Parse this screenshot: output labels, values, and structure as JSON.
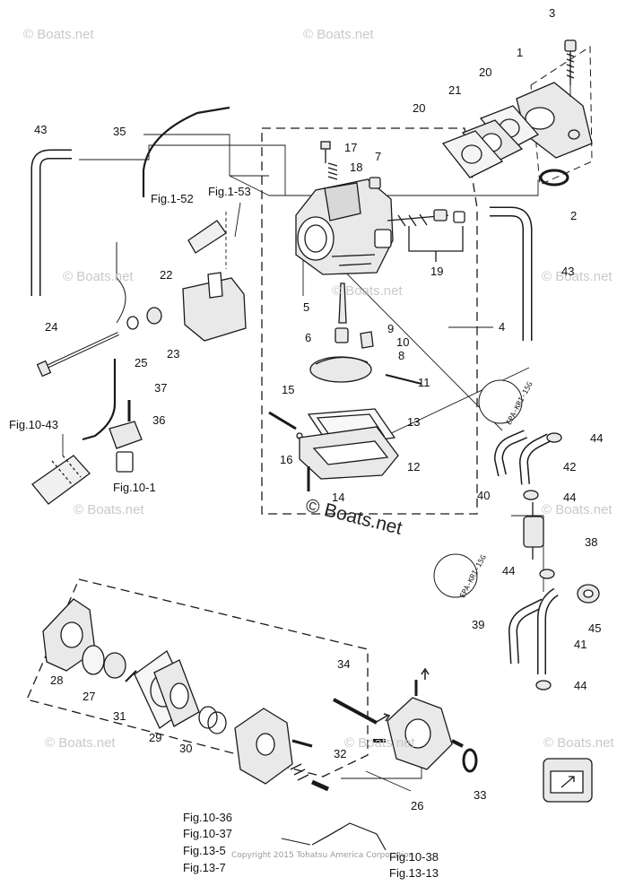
{
  "callouts": {
    "p1": "1",
    "p2": "2",
    "p3": "3",
    "p4": "4",
    "p5": "5",
    "p6": "6",
    "p7": "7",
    "p8": "8",
    "p9": "9",
    "p10": "10",
    "p11": "11",
    "p12": "12",
    "p13": "13",
    "p14": "14",
    "p15": "15",
    "p16": "16",
    "p17": "17",
    "p18": "18",
    "p19": "19",
    "p20a": "20",
    "p20b": "20",
    "p21": "21",
    "p22": "22",
    "p23": "23",
    "p24": "24",
    "p25": "25",
    "p26": "26",
    "p27": "27",
    "p28": "28",
    "p29": "29",
    "p30": "30",
    "p31": "31",
    "p32": "32",
    "p33": "33",
    "p34": "34",
    "p35": "35",
    "p36": "36",
    "p37": "37",
    "p38": "38",
    "p39": "39",
    "p40": "40",
    "p41": "41",
    "p42": "42",
    "p43a": "43",
    "p43b": "43",
    "p44a": "44",
    "p44b": "44",
    "p44c": "44",
    "p44d": "44",
    "p45": "45"
  },
  "figure_refs": {
    "fig1_52": "Fig.1-52",
    "fig1_53": "Fig.1-53",
    "fig10_43": "Fig.10-43",
    "fig10_1": "Fig.10-1",
    "fig10_36": "Fig.10-36",
    "fig10_37": "Fig.10-37",
    "fig13_5": "Fig.13-5",
    "fig13_7": "Fig.13-7",
    "fig10_38": "Fig.10-38",
    "fig13_13": "Fig.13-13"
  },
  "tags": {
    "tag_upper": "EPA-KRI-15G",
    "tag_lower": "EPA-KRI-15G"
  },
  "watermark": "© Boats.net",
  "center_mark": "© Boats.net",
  "copyright": "Copyright 2015 Tohatsu America Corporation",
  "colors": {
    "line": "#1a1a1a",
    "part_fill": "#e9e9e9",
    "watermark": "#c9c9c9"
  }
}
